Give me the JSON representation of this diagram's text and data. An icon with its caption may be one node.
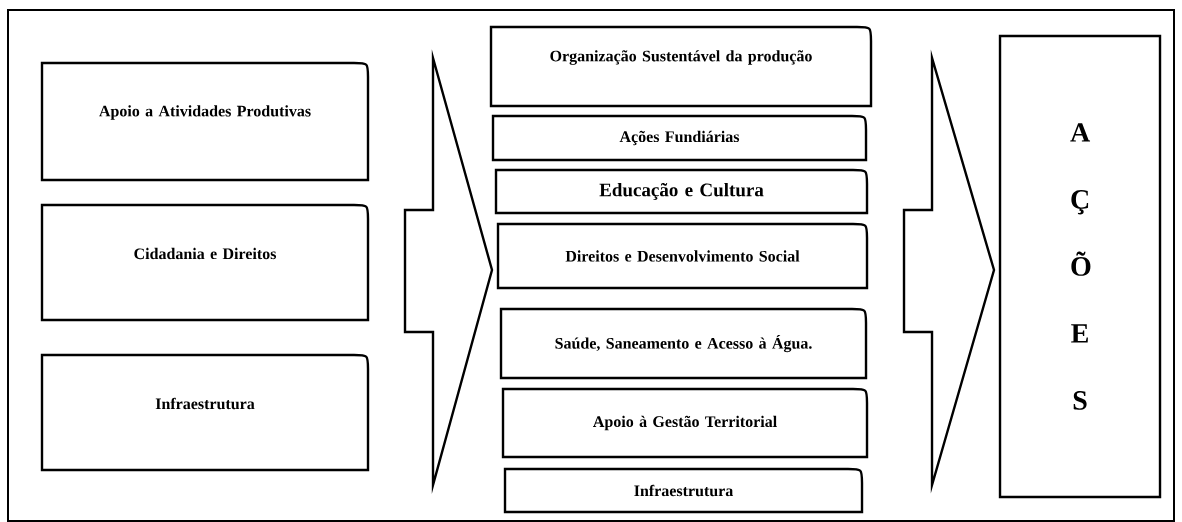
{
  "diagram": {
    "nodes": [
      {
        "text": [
          "Apoio a Atividades Produtivas"
        ]
      },
      {
        "text": [
          "Cidadania  e Direitos"
        ]
      },
      {
        "text": [
          "Infraestrutura"
        ]
      },
      {
        "text": [
          "Organização Sustentável da produção"
        ]
      },
      {
        "text": [
          "Ações Fundiárias"
        ]
      },
      {
        "text": [
          "Educação e Cultura"
        ]
      },
      {
        "text": [
          "Direitos e Desenvolvimento Social"
        ]
      },
      {
        "text": [
          "Saúde, Saneamento e Acesso à Água."
        ]
      },
      {
        "text": [
          "Apoio à Gestão Territorial"
        ]
      },
      {
        "text": [
          "Infraestrutura"
        ]
      },
      {
        "text": [
          "A Ç Õ E S"
        ]
      }
    ],
    "edges": [
      {
        "from": 1,
        "to": 6,
        "arrow": "to"
      },
      {
        "from": 6,
        "to": 10,
        "arrow": "to"
      }
    ]
  }
}
